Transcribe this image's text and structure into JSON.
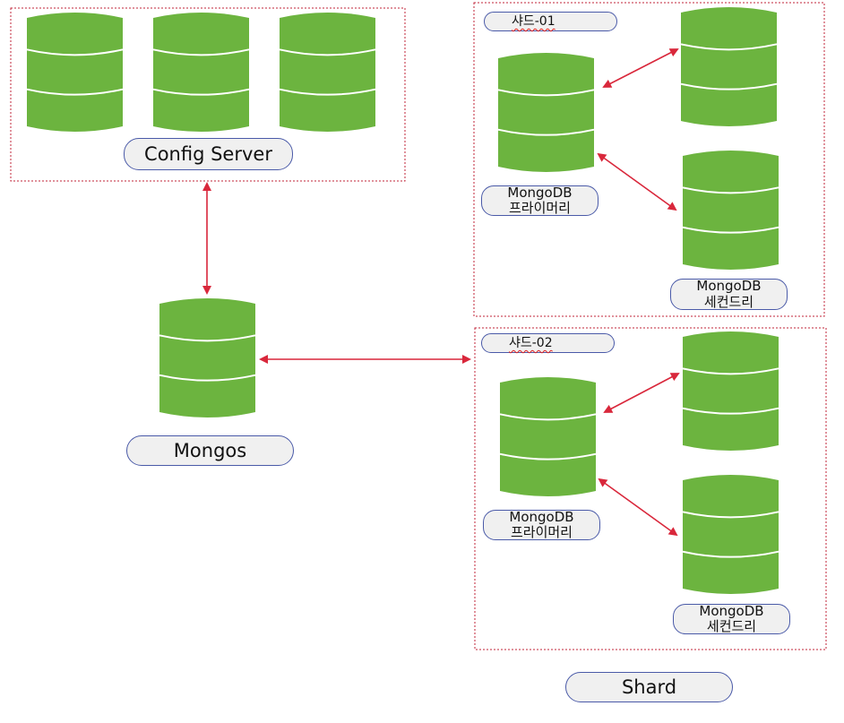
{
  "colors": {
    "cylinder": "#6cb43f",
    "band": "#ffffff",
    "arrow": "#d9273b",
    "box_border": "#c0243a",
    "label_border": "#4a5aa8"
  },
  "config_server": {
    "label": "Config Server"
  },
  "mongos": {
    "label": "Mongos"
  },
  "shard_label": "Shard",
  "shards": [
    {
      "name": "샤드-01",
      "primary": {
        "line1": "MongoDB",
        "line2": "프라이머리"
      },
      "secondary": {
        "line1": "MongoDB",
        "line2": "세컨드리"
      }
    },
    {
      "name": "샤드-02",
      "primary": {
        "line1": "MongoDB",
        "line2": "프라이머리"
      },
      "secondary": {
        "line1": "MongoDB",
        "line2": "세컨드리"
      }
    }
  ]
}
